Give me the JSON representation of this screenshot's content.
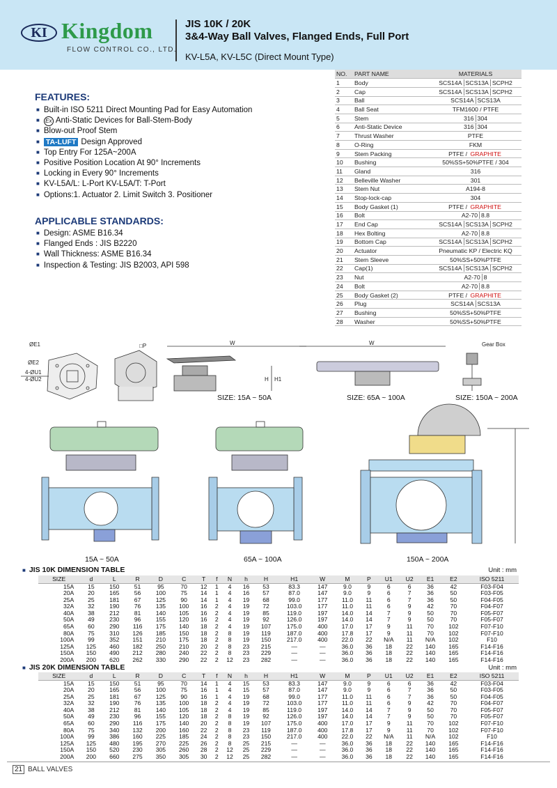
{
  "header": {
    "logo_mark": "KI",
    "brand": "Kingdom",
    "tagline": "FLOW CONTROL CO., LTD.",
    "title_line1": "JIS 10K / 20K",
    "title_line2": "3&4-Way Ball Valves, Flanged Ends, Full Port",
    "subtitle": "KV-L5A, KV-L5C (Direct Mount Type)"
  },
  "features": {
    "title": "FEATURES:",
    "items": [
      "Built-in ISO 5211 Direct Mounting Pad for Easy Automation",
      "Anti-Static Devices for Ball-Stem-Body",
      "Blow-out Proof  Stem",
      "Design  Approved",
      "Top Entry For 125A~200A",
      "Positive Position Location At 90° Increments",
      "Locking in Every 90° Increments",
      "KV-L5A/L: L-Port    KV-L5A/T: T-Port",
      "Options:1. Actuator 2. Limit Switch 3. Positioner"
    ],
    "ex_symbol": "Ex",
    "ta_luft_badge": "TA-LUFT"
  },
  "standards": {
    "title": "APPLICABLE STANDARDS:",
    "items": [
      "Design: ASME B16.34",
      "Flanged Ends : JIS B2220",
      "Wall Thickness: ASME B16.34",
      "Inspection & Testing: JIS B2003, API 598"
    ]
  },
  "parts_table": {
    "headers": [
      "NO.",
      "PART NAME",
      "MATERIALS"
    ],
    "rows": [
      {
        "no": "1",
        "name": "Body",
        "mats": [
          "SCS14A",
          "SCS13A",
          "SCPH2"
        ]
      },
      {
        "no": "2",
        "name": "Cap",
        "mats": [
          "SCS14A",
          "SCS13A",
          "SCPH2"
        ]
      },
      {
        "no": "3",
        "name": "Ball",
        "mats": [
          "SCS14A",
          "SCS13A"
        ]
      },
      {
        "no": "4",
        "name": "Ball Seat",
        "mats": [
          "TFM1600 / PTFE"
        ]
      },
      {
        "no": "5",
        "name": "Stem",
        "mats": [
          "316",
          "304"
        ]
      },
      {
        "no": "6",
        "name": "Anti-Static Device",
        "mats": [
          "316",
          "304"
        ]
      },
      {
        "no": "7",
        "name": "Thrust Washer",
        "mats": [
          "PTFE"
        ]
      },
      {
        "no": "8",
        "name": "O-Ring",
        "mats": [
          "FKM"
        ]
      },
      {
        "no": "9",
        "name": "Stem Packing",
        "mats": [
          "PTFE / GRAPHITE"
        ]
      },
      {
        "no": "10",
        "name": "Bushing",
        "mats": [
          "50%SS+50%PTFE / 304"
        ]
      },
      {
        "no": "11",
        "name": "Gland",
        "mats": [
          "316"
        ]
      },
      {
        "no": "12",
        "name": "Belleville Washer",
        "mats": [
          "301"
        ]
      },
      {
        "no": "13",
        "name": "Stem Nut",
        "mats": [
          "A194-8"
        ]
      },
      {
        "no": "14",
        "name": "Stop-lock-cap",
        "mats": [
          "304"
        ]
      },
      {
        "no": "15",
        "name": "Body Gasket (1)",
        "mats": [
          "PTFE / GRAPHITE"
        ]
      },
      {
        "no": "16",
        "name": "Bolt",
        "mats": [
          "A2-70",
          "8.8"
        ]
      },
      {
        "no": "17",
        "name": "End Cap",
        "mats": [
          "SCS14A",
          "SCS13A",
          "SCPH2"
        ]
      },
      {
        "no": "18",
        "name": "Hex Bolting",
        "mats": [
          "A2-70",
          "8.8"
        ]
      },
      {
        "no": "19",
        "name": "Bottom Cap",
        "mats": [
          "SCS14A",
          "SCS13A",
          "SCPH2"
        ]
      },
      {
        "no": "20",
        "name": "Actuator",
        "mats": [
          "Pneumatic KP / Electric KQ"
        ]
      },
      {
        "no": "21",
        "name": "Stem Sleeve",
        "mats": [
          "50%SS+50%PTFE"
        ]
      },
      {
        "no": "22",
        "name": "Cap(1)",
        "mats": [
          "SCS14A",
          "SCS13A",
          "SCPH2"
        ]
      },
      {
        "no": "23",
        "name": "Nut",
        "mats": [
          "A2-70",
          "8"
        ]
      },
      {
        "no": "24",
        "name": "Bolt",
        "mats": [
          "A2-70",
          "8.8"
        ]
      },
      {
        "no": "25",
        "name": "Body Gasket (2)",
        "mats": [
          "PTFE / GRAPHITE"
        ]
      },
      {
        "no": "26",
        "name": "Plug",
        "mats": [
          "SCS14A",
          "SCS13A"
        ]
      },
      {
        "no": "27",
        "name": "Bushing",
        "mats": [
          "50%SS+50%PTFE"
        ]
      },
      {
        "no": "28",
        "name": "Washer",
        "mats": [
          "50%SS+50%PTFE"
        ]
      }
    ]
  },
  "drawings": {
    "top_labels": {
      "e1": "ØE1",
      "e2": "ØE2",
      "u1": "4-ØU1",
      "u2": "4-ØU2",
      "p": "□P",
      "w": "W",
      "h": "H",
      "h1": "H1",
      "gear_box": "Gear Box"
    },
    "size_labels": [
      "SIZE: 15A ~ 50A",
      "SIZE: 65A ~ 100A",
      "SIZE: 150A ~ 200A"
    ],
    "section_labels": [
      "15A ~ 50A",
      "65A ~ 100A",
      "150A ~ 200A"
    ]
  },
  "dim_headers": [
    "SIZE",
    "d",
    "L",
    "R",
    "D",
    "C",
    "T",
    "f",
    "N",
    "h",
    "H",
    "H1",
    "W",
    "M",
    "P",
    "U1",
    "U2",
    "E1",
    "E2",
    "ISO 5211"
  ],
  "jis10k": {
    "title": "JIS 10K DIMENSION TABLE",
    "unit": "Unit : mm",
    "rows": [
      [
        "15A",
        "15",
        "150",
        "51",
        "95",
        "70",
        "12",
        "1",
        "4",
        "16",
        "53",
        "83.3",
        "147",
        "9.0",
        "9",
        "6",
        "6",
        "36",
        "42",
        "F03-F04"
      ],
      [
        "20A",
        "20",
        "165",
        "56",
        "100",
        "75",
        "14",
        "1",
        "4",
        "16",
        "57",
        "87.0",
        "147",
        "9.0",
        "9",
        "6",
        "7",
        "36",
        "50",
        "F03-F05"
      ],
      [
        "25A",
        "25",
        "181",
        "67",
        "125",
        "90",
        "14",
        "1",
        "4",
        "19",
        "68",
        "99.0",
        "177",
        "11.0",
        "11",
        "6",
        "7",
        "36",
        "50",
        "F04-F05"
      ],
      [
        "32A",
        "32",
        "190",
        "76",
        "135",
        "100",
        "16",
        "2",
        "4",
        "19",
        "72",
        "103.0",
        "177",
        "11.0",
        "11",
        "6",
        "9",
        "42",
        "70",
        "F04-F07"
      ],
      [
        "40A",
        "38",
        "212",
        "81",
        "140",
        "105",
        "16",
        "2",
        "4",
        "19",
        "85",
        "119.0",
        "197",
        "14.0",
        "14",
        "7",
        "9",
        "50",
        "70",
        "F05-F07"
      ],
      [
        "50A",
        "49",
        "230",
        "96",
        "155",
        "120",
        "16",
        "2",
        "4",
        "19",
        "92",
        "126.0",
        "197",
        "14.0",
        "14",
        "7",
        "9",
        "50",
        "70",
        "F05-F07"
      ],
      [
        "65A",
        "60",
        "290",
        "116",
        "175",
        "140",
        "18",
        "2",
        "4",
        "19",
        "107",
        "175.0",
        "400",
        "17.0",
        "17",
        "9",
        "11",
        "70",
        "102",
        "F07-F10"
      ],
      [
        "80A",
        "75",
        "310",
        "126",
        "185",
        "150",
        "18",
        "2",
        "8",
        "19",
        "119",
        "187.0",
        "400",
        "17.8",
        "17",
        "9",
        "11",
        "70",
        "102",
        "F07-F10"
      ],
      [
        "100A",
        "99",
        "352",
        "151",
        "210",
        "175",
        "18",
        "2",
        "8",
        "19",
        "150",
        "217.0",
        "400",
        "22.0",
        "22",
        "N/A",
        "11",
        "N/A",
        "102",
        "F10"
      ],
      [
        "125A",
        "125",
        "460",
        "182",
        "250",
        "210",
        "20",
        "2",
        "8",
        "23",
        "215",
        "—",
        "—",
        "36.0",
        "36",
        "18",
        "22",
        "140",
        "165",
        "F14-F16"
      ],
      [
        "150A",
        "150",
        "490",
        "212",
        "280",
        "240",
        "22",
        "2",
        "8",
        "23",
        "229",
        "—",
        "—",
        "36.0",
        "36",
        "18",
        "22",
        "140",
        "165",
        "F14-F16"
      ],
      [
        "200A",
        "200",
        "620",
        "262",
        "330",
        "290",
        "22",
        "2",
        "12",
        "23",
        "282",
        "—",
        "—",
        "36.0",
        "36",
        "18",
        "22",
        "140",
        "165",
        "F14-F16"
      ]
    ]
  },
  "jis20k": {
    "title": "JIS 20K DIMENSION TABLE",
    "unit": "Unit : mm",
    "rows": [
      [
        "15A",
        "15",
        "150",
        "51",
        "95",
        "70",
        "14",
        "1",
        "4",
        "15",
        "53",
        "83.3",
        "147",
        "9.0",
        "9",
        "6",
        "6",
        "36",
        "42",
        "F03-F04"
      ],
      [
        "20A",
        "20",
        "165",
        "56",
        "100",
        "75",
        "16",
        "1",
        "4",
        "15",
        "57",
        "87.0",
        "147",
        "9.0",
        "9",
        "6",
        "7",
        "36",
        "50",
        "F03-F05"
      ],
      [
        "25A",
        "25",
        "181",
        "67",
        "125",
        "90",
        "16",
        "1",
        "4",
        "19",
        "68",
        "99.0",
        "177",
        "11.0",
        "11",
        "6",
        "7",
        "36",
        "50",
        "F04-F05"
      ],
      [
        "32A",
        "32",
        "190",
        "76",
        "135",
        "100",
        "18",
        "2",
        "4",
        "19",
        "72",
        "103.0",
        "177",
        "11.0",
        "11",
        "6",
        "9",
        "42",
        "70",
        "F04-F07"
      ],
      [
        "40A",
        "38",
        "212",
        "81",
        "140",
        "105",
        "18",
        "2",
        "4",
        "19",
        "85",
        "119.0",
        "197",
        "14.0",
        "14",
        "7",
        "9",
        "50",
        "70",
        "F05-F07"
      ],
      [
        "50A",
        "49",
        "230",
        "96",
        "155",
        "120",
        "18",
        "2",
        "8",
        "19",
        "92",
        "126.0",
        "197",
        "14.0",
        "14",
        "7",
        "9",
        "50",
        "70",
        "F05-F07"
      ],
      [
        "65A",
        "60",
        "290",
        "116",
        "175",
        "140",
        "20",
        "2",
        "8",
        "19",
        "107",
        "175.0",
        "400",
        "17.0",
        "17",
        "9",
        "11",
        "70",
        "102",
        "F07-F10"
      ],
      [
        "80A",
        "75",
        "340",
        "132",
        "200",
        "160",
        "22",
        "2",
        "8",
        "23",
        "119",
        "187.0",
        "400",
        "17.8",
        "17",
        "9",
        "11",
        "70",
        "102",
        "F07-F10"
      ],
      [
        "100A",
        "99",
        "386",
        "160",
        "225",
        "185",
        "24",
        "2",
        "8",
        "23",
        "150",
        "217.0",
        "400",
        "22.0",
        "22",
        "N/A",
        "11",
        "N/A",
        "102",
        "F10"
      ],
      [
        "125A",
        "125",
        "480",
        "195",
        "270",
        "225",
        "26",
        "2",
        "8",
        "25",
        "215",
        "—",
        "—",
        "36.0",
        "36",
        "18",
        "22",
        "140",
        "165",
        "F14-F16"
      ],
      [
        "150A",
        "150",
        "520",
        "230",
        "305",
        "260",
        "28",
        "2",
        "12",
        "25",
        "229",
        "—",
        "—",
        "36.0",
        "36",
        "18",
        "22",
        "140",
        "165",
        "F14-F16"
      ],
      [
        "200A",
        "200",
        "660",
        "275",
        "350",
        "305",
        "30",
        "2",
        "12",
        "25",
        "282",
        "—",
        "—",
        "36.0",
        "36",
        "18",
        "22",
        "140",
        "165",
        "F14-F16"
      ]
    ]
  },
  "footer": {
    "page": "21",
    "label": "BALL VALVES"
  }
}
